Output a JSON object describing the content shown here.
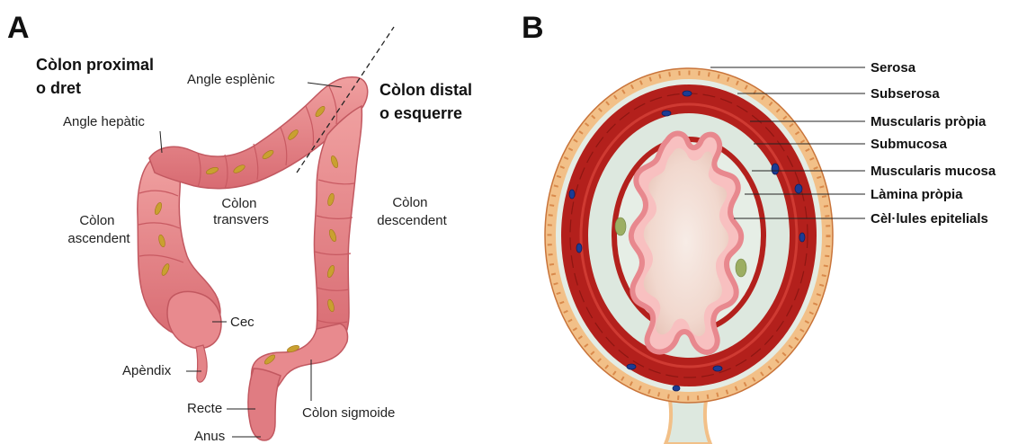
{
  "panel_a": {
    "letter": "A",
    "region_proximal": [
      "Còlon proximal",
      "o dret"
    ],
    "region_distal": [
      "Còlon distal",
      "o esquerre"
    ],
    "labels": {
      "angle_esplenic": "Angle esplènic",
      "angle_hepatic": "Angle hepàtic",
      "colon_transvers": [
        "Còlon",
        "transvers"
      ],
      "colon_ascendent": [
        "Còlon",
        "ascendent"
      ],
      "colon_descendent": [
        "Còlon",
        "descendent"
      ],
      "cec": "Cec",
      "apendix": "Apèndix",
      "recte": "Recte",
      "anus": "Anus",
      "colon_sigmoide": "Còlon sigmoide"
    }
  },
  "panel_b": {
    "letter": "B",
    "layers": [
      "Serosa",
      "Subserosa",
      "Muscularis pròpia",
      "Submucosa",
      "Muscularis mucosa",
      "Làmina pròpia",
      "Cèl·lules epitelials"
    ]
  },
  "colors": {
    "colon_fill": "#e8868a",
    "colon_dark": "#c95a60",
    "vessel": "#c9a030",
    "muscle": "#b3201c",
    "submucosa": "#dde8df",
    "serosa_cell": "#f2c088",
    "nerve": "#1c3c94",
    "lumen": "#f6e8e0"
  }
}
